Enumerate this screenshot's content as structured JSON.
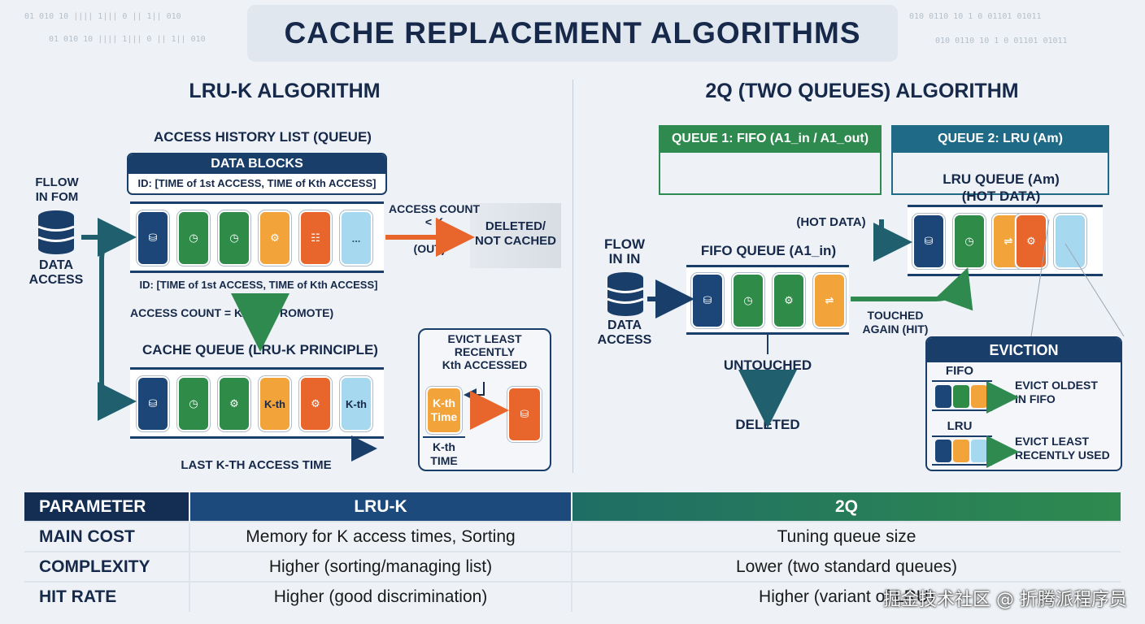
{
  "title": "CACHE REPLACEMENT ALGORITHMS",
  "lruk": {
    "heading": "LRU-K ALGORITHM",
    "history_title": "ACCESS HISTORY LIST (QUEUE)",
    "data_blocks": "DATA BLOCKS",
    "id_label_top": "ID: [TIME of 1st ACCESS, TIME of Kth ACCESS]",
    "id_label_bottom": "ID: [TIME of 1st ACCESS, TIME of Kth ACCESS]",
    "flow_label": "FLLOW\nIN FOM",
    "data_access": "DATA\nACCESS",
    "access_lt_k": "ACCESS COUNT\n< K",
    "out": "(OUT)",
    "deleted": "DELETED/\nNOT CACHED",
    "access_eq_k": "ACCESS COUNT = K",
    "promote": "(PROMOTE)",
    "cache_title": "CACHE QUEUE (LRU-K PRINCIPLE)",
    "kth_block": "K-th",
    "kth_block2": "K-th",
    "last_access": "LAST K-TH ACCESS TIME",
    "evict_title": "EVICT LEAST\nRECENTLY\nKth ACCESSED",
    "kth_time_block": "K-th\nTime",
    "kth_time": "K-th\nTIME",
    "ellipsis": "..."
  },
  "twoq": {
    "heading": "2Q (TWO QUEUES) ALGORITHM",
    "queue1": "QUEUE 1: FIFO (A1_in / A1_out)",
    "queue2": "QUEUE 2: LRU (Am)",
    "lru_title": "LRU QUEUE (Am)\n(HOT DATA)",
    "hot_data": "(HOT DATA)",
    "flow_label": "FLOW\nIN IN",
    "data_access": "DATA\nACCESS",
    "fifo_title": "FIFO QUEUE (A1_in)",
    "touched": "TOUCHED\nAGAIN (HIT)",
    "untouched": "UNTOUCHED",
    "deleted": "DELETED",
    "eviction": {
      "title": "EVICTION",
      "fifo": "FIFO",
      "fifo_desc": "EVICT OLDEST\nIN FIFO",
      "lru": "LRU",
      "lru_desc": "EVICT LEAST\nRECENTLY USED"
    }
  },
  "table": {
    "headers": [
      "PARAMETER",
      "LRU-K",
      "2Q"
    ],
    "rows": [
      [
        "MAIN COST",
        "Memory for K access times, Sorting",
        "Tuning queue size"
      ],
      [
        "COMPLEXITY",
        "Higher (sorting/managing list)",
        "Lower (two standard queues)"
      ],
      [
        "HIT RATE",
        "Higher (good discrimination)",
        "Higher (variant of LRU)"
      ]
    ]
  },
  "watermark": "掘金技术社区 @ 折腾派程序员",
  "deco": {
    "left": "01 010 10 |||| 1||| 0 || 1|| 010",
    "right": "010 0110 10 1 0 01101 01011"
  },
  "colors": {
    "navy": "#1a3e6a",
    "green": "#2e8a4e",
    "orange": "#e8652c",
    "amber": "#f2a33a",
    "light_blue": "#a6d8f0"
  }
}
